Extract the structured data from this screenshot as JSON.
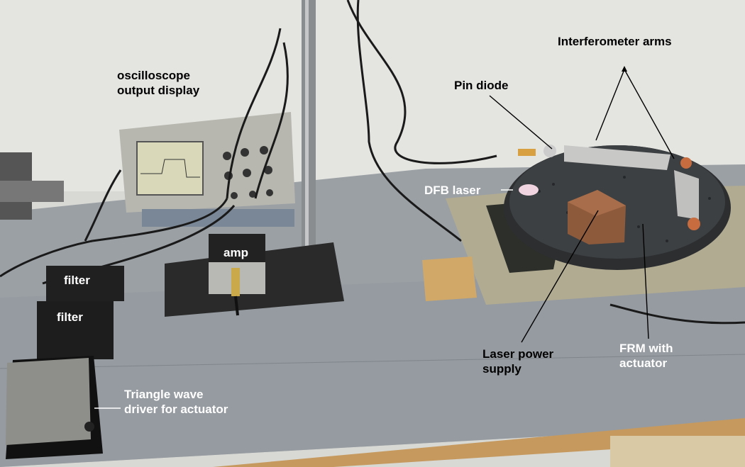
{
  "labels": {
    "oscilloscope": [
      "oscilloscope",
      "output display"
    ],
    "interferometer_arms": "Interferometer arms",
    "pin_diode": "Pin diode",
    "dfb_laser": "DFB laser",
    "amp": "amp",
    "filter_1": "filter",
    "filter_2": "filter",
    "laser_power_supply": [
      "Laser power",
      "supply"
    ],
    "frm": [
      "FRM with",
      "actuator"
    ],
    "triangle_wave": [
      "Triangle wave",
      "driver for actuator"
    ]
  },
  "colors": {
    "wall": "#e6e6e3",
    "table": "#9ea3a8",
    "annotation_black": "#000000",
    "annotation_white": "#ffffff"
  }
}
